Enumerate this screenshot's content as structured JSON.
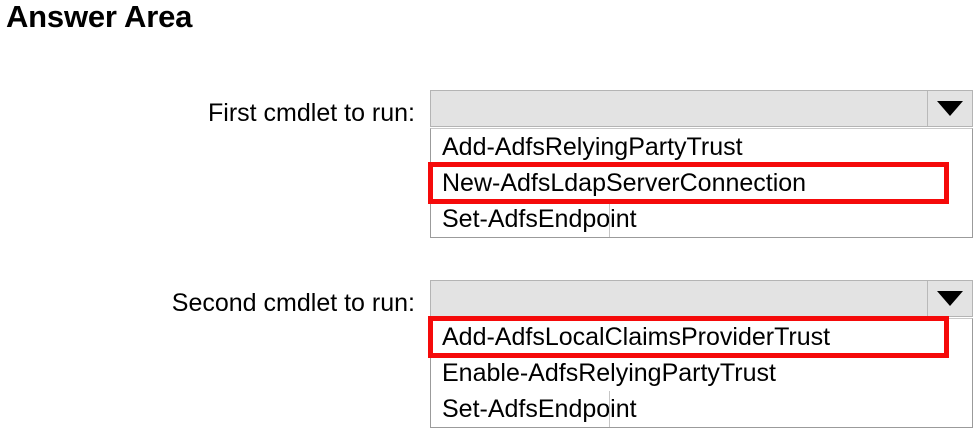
{
  "page": {
    "title": "Answer Area",
    "background_color": "#ffffff",
    "text_color": "#000000",
    "highlight_color": "#f50a0a"
  },
  "questions": [
    {
      "label": "First cmdlet to run:",
      "selected_value": "",
      "arrow_icon": "chevron-down-icon",
      "options": [
        {
          "label": "Add-AdfsRelyingPartyTrust",
          "highlighted": false
        },
        {
          "label": "New-AdfsLdapServerConnection",
          "highlighted": true
        },
        {
          "label": "Set-AdfsEndpoint",
          "highlighted": false
        }
      ]
    },
    {
      "label": "Second cmdlet to run:",
      "selected_value": "",
      "arrow_icon": "chevron-down-icon",
      "options": [
        {
          "label": "Add-AdfsLocalClaimsProviderTrust",
          "highlighted": true
        },
        {
          "label": "Enable-AdfsRelyingPartyTrust",
          "highlighted": false
        },
        {
          "label": "Set-AdfsEndpoint",
          "highlighted": false
        }
      ]
    }
  ]
}
